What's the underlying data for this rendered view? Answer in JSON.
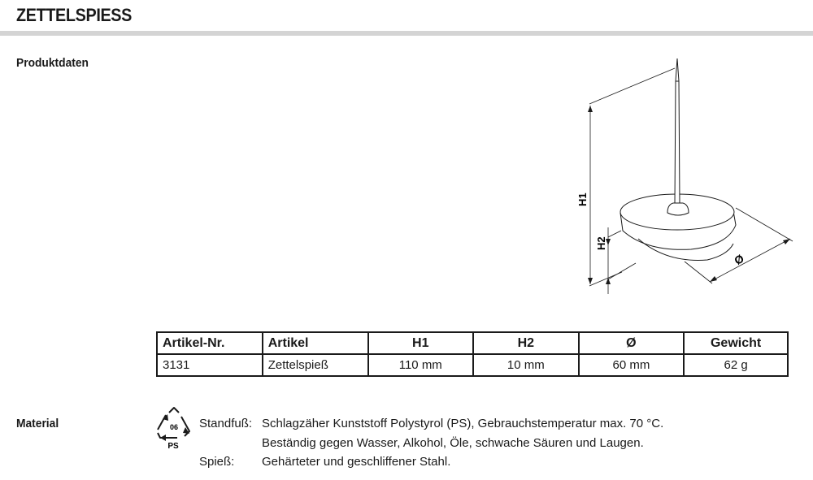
{
  "header": {
    "title": "ZETTELSPIESS"
  },
  "sections": {
    "product_data": "Produktdaten",
    "material": "Material"
  },
  "drawing": {
    "labels": {
      "h1": "H1",
      "h2": "H2",
      "diameter": "Ø"
    }
  },
  "table": {
    "columns": [
      "Artikel-Nr.",
      "Artikel",
      "H1",
      "H2",
      "Ø",
      "Gewicht"
    ],
    "rows": [
      [
        "3131",
        "Zettelspieß",
        "110 mm",
        "10 mm",
        "60 mm",
        "62 g"
      ]
    ]
  },
  "recycling": {
    "code": "06",
    "abbr": "PS"
  },
  "material": {
    "base_term": "Standfuß:",
    "base_line1": "Schlagzäher Kunststoff Polystyrol (PS), Gebrauchstemperatur max. 70 °C.",
    "base_line2": "Beständig gegen Wasser, Alkohol, Öle, schwache Säuren und Laugen.",
    "spike_term": "Spieß:",
    "spike_desc": "Gehärteter und geschliffener Stahl."
  }
}
